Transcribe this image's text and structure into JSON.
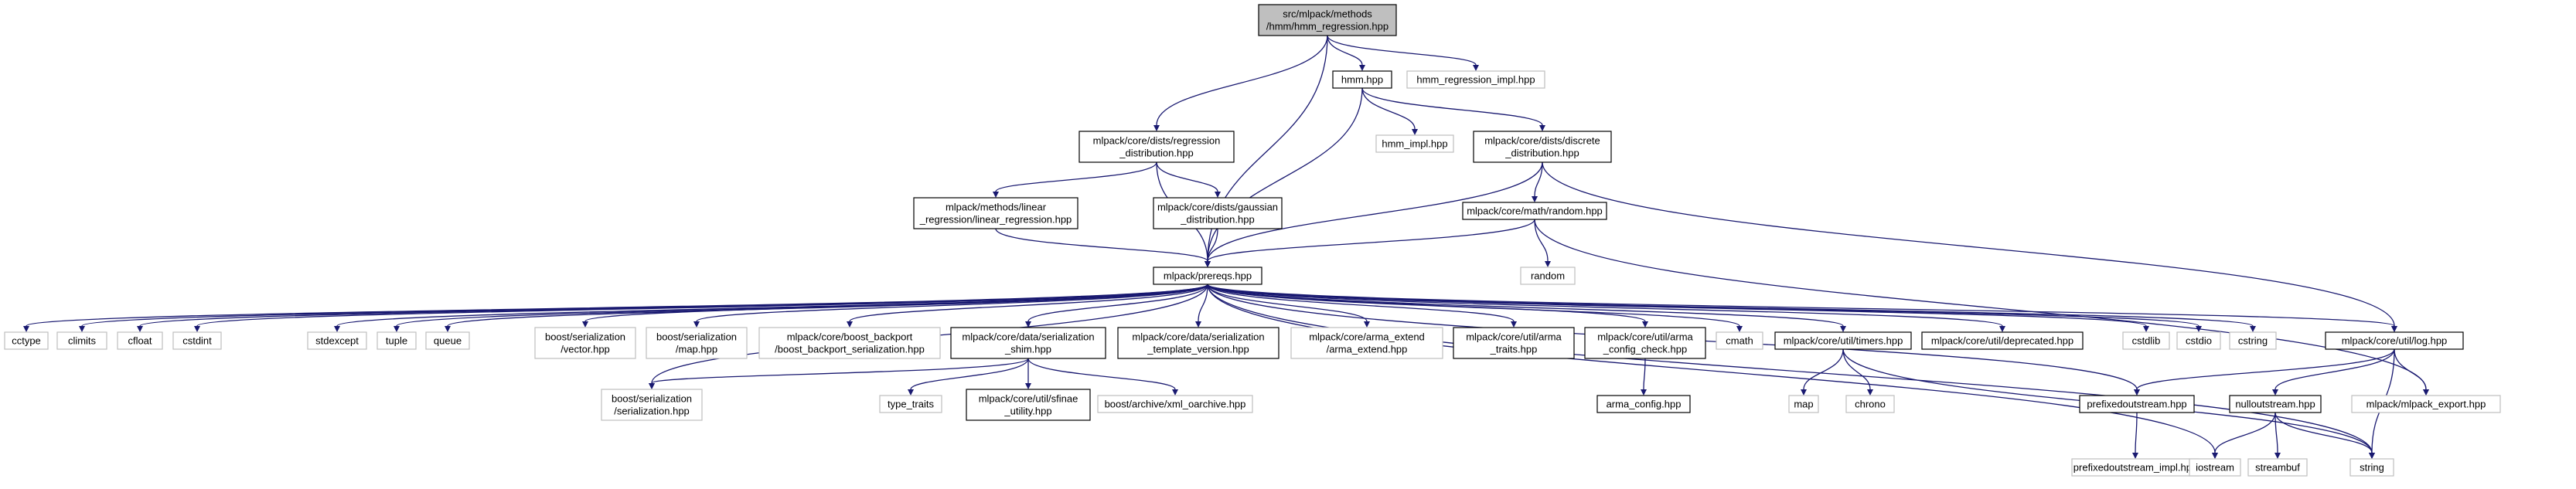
{
  "nodes": [
    {
      "id": "root",
      "lines": [
        "src/mlpack/methods",
        "/hmm/hmm_regression.hpp"
      ],
      "style": "root"
    },
    {
      "id": "hmm",
      "lines": [
        "hmm.hpp"
      ],
      "style": "doc"
    },
    {
      "id": "hmm_reg_impl",
      "lines": [
        "hmm_regression_impl.hpp"
      ],
      "style": "ext"
    },
    {
      "id": "reg_dist",
      "lines": [
        "mlpack/core/dists/regression",
        "_distribution.hpp"
      ],
      "style": "doc"
    },
    {
      "id": "hmm_impl",
      "lines": [
        "hmm_impl.hpp"
      ],
      "style": "ext"
    },
    {
      "id": "disc_dist",
      "lines": [
        "mlpack/core/dists/discrete",
        "_distribution.hpp"
      ],
      "style": "doc"
    },
    {
      "id": "lin_reg",
      "lines": [
        "mlpack/methods/linear",
        "_regression/linear_regression.hpp"
      ],
      "style": "doc"
    },
    {
      "id": "gauss",
      "lines": [
        "mlpack/core/dists/gaussian",
        "_distribution.hpp"
      ],
      "style": "doc"
    },
    {
      "id": "random_hpp",
      "lines": [
        "mlpack/core/math/random.hpp"
      ],
      "style": "doc"
    },
    {
      "id": "random",
      "lines": [
        "random"
      ],
      "style": "ext"
    },
    {
      "id": "prereqs",
      "lines": [
        "mlpack/prereqs.hpp"
      ],
      "style": "doc"
    },
    {
      "id": "cctype",
      "lines": [
        "cctype"
      ],
      "style": "ext"
    },
    {
      "id": "climits",
      "lines": [
        "climits"
      ],
      "style": "ext"
    },
    {
      "id": "cfloat",
      "lines": [
        "cfloat"
      ],
      "style": "ext"
    },
    {
      "id": "cstdint",
      "lines": [
        "cstdint"
      ],
      "style": "ext"
    },
    {
      "id": "stdexcept",
      "lines": [
        "stdexcept"
      ],
      "style": "ext"
    },
    {
      "id": "tuple",
      "lines": [
        "tuple"
      ],
      "style": "ext"
    },
    {
      "id": "queue",
      "lines": [
        "queue"
      ],
      "style": "ext"
    },
    {
      "id": "boost_vector",
      "lines": [
        "boost/serialization",
        "/vector.hpp"
      ],
      "style": "ext"
    },
    {
      "id": "boost_map",
      "lines": [
        "boost/serialization",
        "/map.hpp"
      ],
      "style": "ext"
    },
    {
      "id": "boost_backport",
      "lines": [
        "mlpack/core/boost_backport",
        "/boost_backport_serialization.hpp"
      ],
      "style": "ext"
    },
    {
      "id": "ser_shim",
      "lines": [
        "mlpack/core/data/serialization",
        "_shim.hpp"
      ],
      "style": "doc"
    },
    {
      "id": "ser_tmpl",
      "lines": [
        "mlpack/core/data/serialization",
        "_template_version.hpp"
      ],
      "style": "doc"
    },
    {
      "id": "arma_extend",
      "lines": [
        "mlpack/core/arma_extend",
        "/arma_extend.hpp"
      ],
      "style": "ext"
    },
    {
      "id": "arma_traits",
      "lines": [
        "mlpack/core/util/arma",
        "_traits.hpp"
      ],
      "style": "doc"
    },
    {
      "id": "arma_config_check",
      "lines": [
        "mlpack/core/util/arma",
        "_config_check.hpp"
      ],
      "style": "doc"
    },
    {
      "id": "cmath",
      "lines": [
        "cmath"
      ],
      "style": "ext"
    },
    {
      "id": "timers",
      "lines": [
        "mlpack/core/util/timers.hpp"
      ],
      "style": "doc"
    },
    {
      "id": "deprecated",
      "lines": [
        "mlpack/core/util/deprecated.hpp"
      ],
      "style": "doc"
    },
    {
      "id": "cstdlib",
      "lines": [
        "cstdlib"
      ],
      "style": "ext"
    },
    {
      "id": "cstdio",
      "lines": [
        "cstdio"
      ],
      "style": "ext"
    },
    {
      "id": "cstring",
      "lines": [
        "cstring"
      ],
      "style": "ext"
    },
    {
      "id": "log",
      "lines": [
        "mlpack/core/util/log.hpp"
      ],
      "style": "doc"
    },
    {
      "id": "boost_ser",
      "lines": [
        "boost/serialization",
        "/serialization.hpp"
      ],
      "style": "ext"
    },
    {
      "id": "type_traits",
      "lines": [
        "type_traits"
      ],
      "style": "ext"
    },
    {
      "id": "sfinae",
      "lines": [
        "mlpack/core/util/sfinae",
        "_utility.hpp"
      ],
      "style": "doc"
    },
    {
      "id": "xml_oarchive",
      "lines": [
        "boost/archive/xml_oarchive.hpp"
      ],
      "style": "ext"
    },
    {
      "id": "arma_config",
      "lines": [
        "arma_config.hpp"
      ],
      "style": "doc"
    },
    {
      "id": "map",
      "lines": [
        "map"
      ],
      "style": "ext"
    },
    {
      "id": "chrono",
      "lines": [
        "chrono"
      ],
      "style": "ext"
    },
    {
      "id": "prefix",
      "lines": [
        "prefixedoutstream.hpp"
      ],
      "style": "doc"
    },
    {
      "id": "nullout",
      "lines": [
        "nulloutstream.hpp"
      ],
      "style": "doc"
    },
    {
      "id": "mlpack_export",
      "lines": [
        "mlpack/mlpack_export.hpp"
      ],
      "style": "ext"
    },
    {
      "id": "prefix_impl",
      "lines": [
        "prefixedoutstream_impl.hpp"
      ],
      "style": "ext"
    },
    {
      "id": "iostream",
      "lines": [
        "iostream"
      ],
      "style": "ext"
    },
    {
      "id": "streambuf",
      "lines": [
        "streambuf"
      ],
      "style": "ext"
    },
    {
      "id": "string",
      "lines": [
        "string"
      ],
      "style": "ext"
    }
  ],
  "edges": [
    [
      "root",
      "reg_dist"
    ],
    [
      "root",
      "prereqs"
    ],
    [
      "root",
      "hmm"
    ],
    [
      "root",
      "hmm_reg_impl"
    ],
    [
      "hmm",
      "prereqs"
    ],
    [
      "hmm",
      "hmm_impl"
    ],
    [
      "hmm",
      "disc_dist"
    ],
    [
      "reg_dist",
      "prereqs"
    ],
    [
      "reg_dist",
      "lin_reg"
    ],
    [
      "reg_dist",
      "gauss"
    ],
    [
      "disc_dist",
      "prereqs"
    ],
    [
      "disc_dist",
      "random_hpp"
    ],
    [
      "disc_dist",
      "log"
    ],
    [
      "lin_reg",
      "prereqs"
    ],
    [
      "gauss",
      "prereqs"
    ],
    [
      "random_hpp",
      "prereqs"
    ],
    [
      "random_hpp",
      "random"
    ],
    [
      "random_hpp",
      "mlpack_export"
    ],
    [
      "prereqs",
      "cctype"
    ],
    [
      "prereqs",
      "climits"
    ],
    [
      "prereqs",
      "cfloat"
    ],
    [
      "prereqs",
      "cstdint"
    ],
    [
      "prereqs",
      "iostream"
    ],
    [
      "prereqs",
      "stdexcept"
    ],
    [
      "prereqs",
      "tuple"
    ],
    [
      "prereqs",
      "queue"
    ],
    [
      "prereqs",
      "string"
    ],
    [
      "prereqs",
      "boost_ser"
    ],
    [
      "prereqs",
      "boost_vector"
    ],
    [
      "prereqs",
      "boost_map"
    ],
    [
      "prereqs",
      "boost_backport"
    ],
    [
      "prereqs",
      "ser_shim"
    ],
    [
      "prereqs",
      "ser_tmpl"
    ],
    [
      "prereqs",
      "arma_extend"
    ],
    [
      "prereqs",
      "arma_traits"
    ],
    [
      "prereqs",
      "arma_config_check"
    ],
    [
      "prereqs",
      "cmath"
    ],
    [
      "prereqs",
      "timers"
    ],
    [
      "prereqs",
      "deprecated"
    ],
    [
      "prereqs",
      "log"
    ],
    [
      "prereqs",
      "cstdlib"
    ],
    [
      "prereqs",
      "cstdio"
    ],
    [
      "prereqs",
      "cstring"
    ],
    [
      "prereqs",
      "prefix"
    ],
    [
      "ser_shim",
      "boost_ser"
    ],
    [
      "ser_shim",
      "type_traits"
    ],
    [
      "ser_shim",
      "sfinae"
    ],
    [
      "ser_shim",
      "xml_oarchive"
    ],
    [
      "arma_config_check",
      "arma_config"
    ],
    [
      "timers",
      "map"
    ],
    [
      "timers",
      "chrono"
    ],
    [
      "timers",
      "string"
    ],
    [
      "log",
      "prefix"
    ],
    [
      "log",
      "nullout"
    ],
    [
      "log",
      "string"
    ],
    [
      "log",
      "mlpack_export"
    ],
    [
      "prefix",
      "prefix_impl"
    ],
    [
      "nullout",
      "iostream"
    ],
    [
      "nullout",
      "streambuf"
    ],
    [
      "nullout",
      "string"
    ]
  ]
}
